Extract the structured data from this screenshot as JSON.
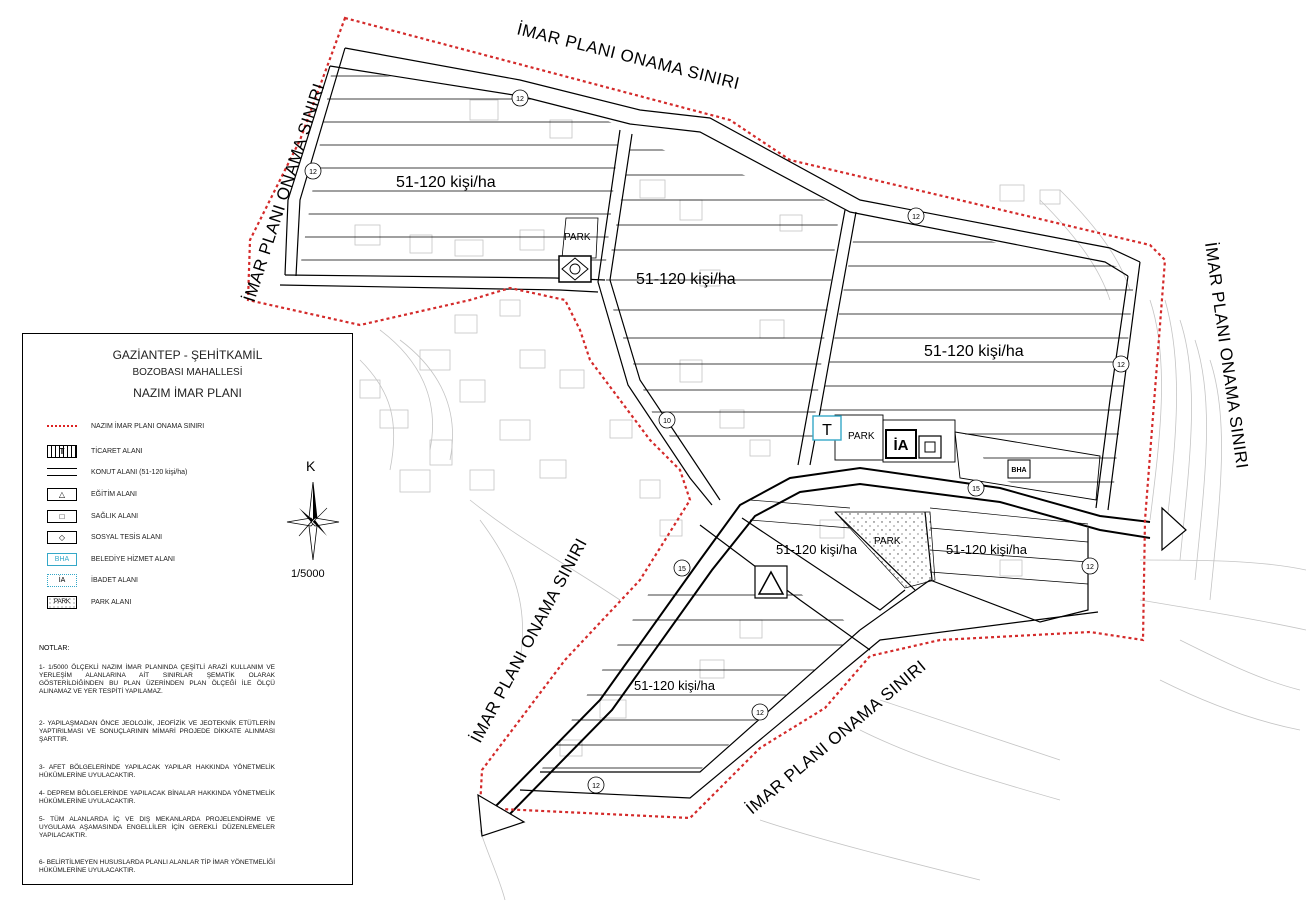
{
  "boundary_labels": {
    "top": "İMAR PLANI ONAMA SINIRI",
    "left": "İMAR PLANI ONAMA SINIRI",
    "right": "İMAR PLANI ONAMA SINIRI",
    "bottom_left": "İMAR PLANI ONAMA SINIRI",
    "bottom_right": "İMAR PLANI ONAMA SINIRI"
  },
  "density_labels": {
    "nw": "51-120 kişi/ha",
    "center": "51-120 kişi/ha",
    "east": "51-120 kişi/ha",
    "south_a": "51-120 kişi/ha",
    "south_b": "51-120 kişi/ha",
    "southwest": "51-120 kişi/ha"
  },
  "map_labels": {
    "park1": "PARK",
    "park2": "PARK",
    "park3": "PARK",
    "commerce": "T",
    "worship": "İA",
    "municipal": "BHA"
  },
  "road_numbers": [
    "12",
    "12",
    "12",
    "12",
    "10",
    "15",
    "15",
    "12",
    "12",
    "12"
  ],
  "legend": {
    "title": "GAZİANTEP - ŞEHİTKAMİL",
    "subtitle": "BOZOBASI MAHALLESİ",
    "plan_name": "NAZIM İMAR PLANI",
    "items": [
      {
        "label": "NAZIM İMAR PLANI ONAMA SINIRI",
        "symbol": ""
      },
      {
        "label": "TİCARET ALANI",
        "symbol": "T"
      },
      {
        "label": "KONUT ALANI (51-120 kişi/ha)",
        "symbol": ""
      },
      {
        "label": "EĞİTİM ALANI",
        "symbol": "△"
      },
      {
        "label": "SAĞLIK ALANI",
        "symbol": "□"
      },
      {
        "label": "SOSYAL TESİS ALANI",
        "symbol": "◇"
      },
      {
        "label": "BELEDİYE HİZMET ALANI",
        "symbol": "BHA"
      },
      {
        "label": "İBADET ALANI",
        "symbol": "İA"
      },
      {
        "label": "PARK ALANI",
        "symbol": "PARK"
      }
    ],
    "north": "K",
    "scale": "1/5000",
    "notes_title": "NOTLAR:",
    "notes": [
      "1- 1/5000 ÖLÇEKLİ NAZIM İMAR PLANINDA ÇEŞİTLİ ARAZİ KULLANIM VE YERLEŞİM ALANLARINA AİT SINIRLAR ŞEMATİK OLARAK GÖSTERİLDİĞİNDEN BU PLAN ÜZERİNDEN PLAN ÖLÇEĞİ İLE ÖLÇÜ ALINAMAZ VE YER TESPİTİ YAPILAMAZ.",
      "2- YAPILAŞMADAN ÖNCE JEOLOJİK, JEOFİZİK VE JEOTEKNİK ETÜTLERİN YAPTIRILMASI VE SONUÇLARININ MİMARİ PROJEDE DİKKATE ALINMASI ŞARTTIR.",
      "3- AFET BÖLGELERİNDE YAPILACAK YAPILAR HAKKINDA YÖNETMELİK HÜKÜMLERİNE UYULACAKTIR.",
      "4- DEPREM BÖLGELERİNDE YAPILACAK BİNALAR HAKKINDA YÖNETMELİK HÜKÜMLERİNE UYULACAKTIR.",
      "5- TÜM ALANLARDA İÇ VE DIŞ MEKANLARDA PROJELENDİRME VE UYGULAMA AŞAMASINDA ENGELLİLER İÇİN GEREKLİ DÜZENLEMELER YAPILACAKTIR.",
      "6- BELİRTİLMEYEN HUSUSLARDA PLANLI ALANLAR TİP İMAR YÖNETMELİĞİ HÜKÜMLERİNE UYULACAKTIR."
    ]
  },
  "colors": {
    "boundary": "#d42a2a",
    "line": "#000000",
    "faint": "#b5b5b5",
    "commerce_frame": "#35a8c8"
  }
}
